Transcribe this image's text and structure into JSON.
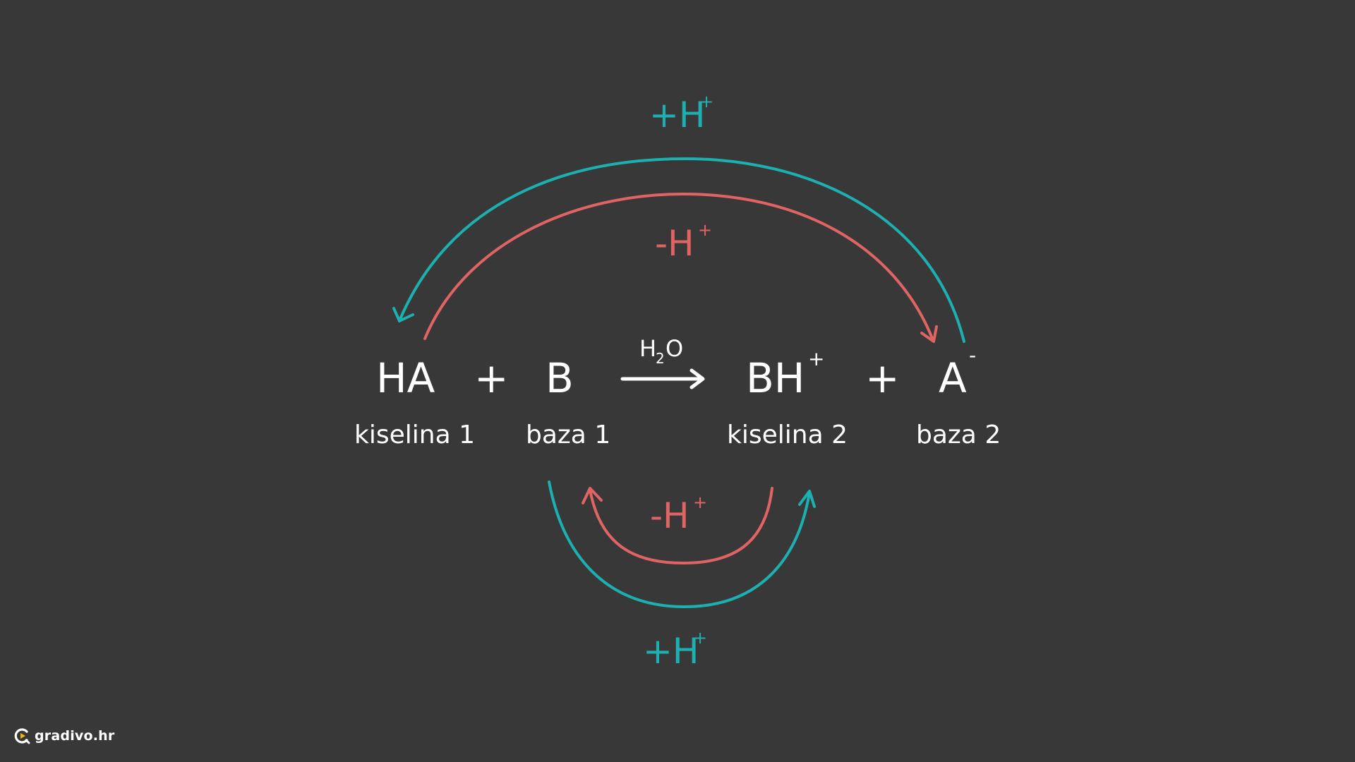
{
  "colors": {
    "background": "#383838",
    "teal": "#1db0b0",
    "red": "#e06464",
    "text": "#ffffff",
    "logo_accent": "#f5b800"
  },
  "equation": {
    "reactant_acid": "HA",
    "plus_1": "+",
    "reactant_base": "B",
    "condition_main": "H",
    "condition_sub": "2",
    "condition_end": "O",
    "product_acid": "BH",
    "product_acid_charge": "+",
    "plus_2": "+",
    "product_base": "A",
    "product_base_charge": "-"
  },
  "labels": {
    "acid_1": "kiselina 1",
    "base_1": "baza 1",
    "acid_2": "kiselina 2",
    "base_2": "baza 2"
  },
  "arcs": {
    "top_outer": {
      "sign": "+H",
      "charge": "+"
    },
    "top_inner": {
      "sign": "-H",
      "charge": "+"
    },
    "bottom_inner": {
      "sign": "-H",
      "charge": "+"
    },
    "bottom_outer": {
      "sign": "+H",
      "charge": "+"
    }
  },
  "logo": {
    "text": "gradivo.hr",
    "icon": "gradivo-logo-icon"
  }
}
